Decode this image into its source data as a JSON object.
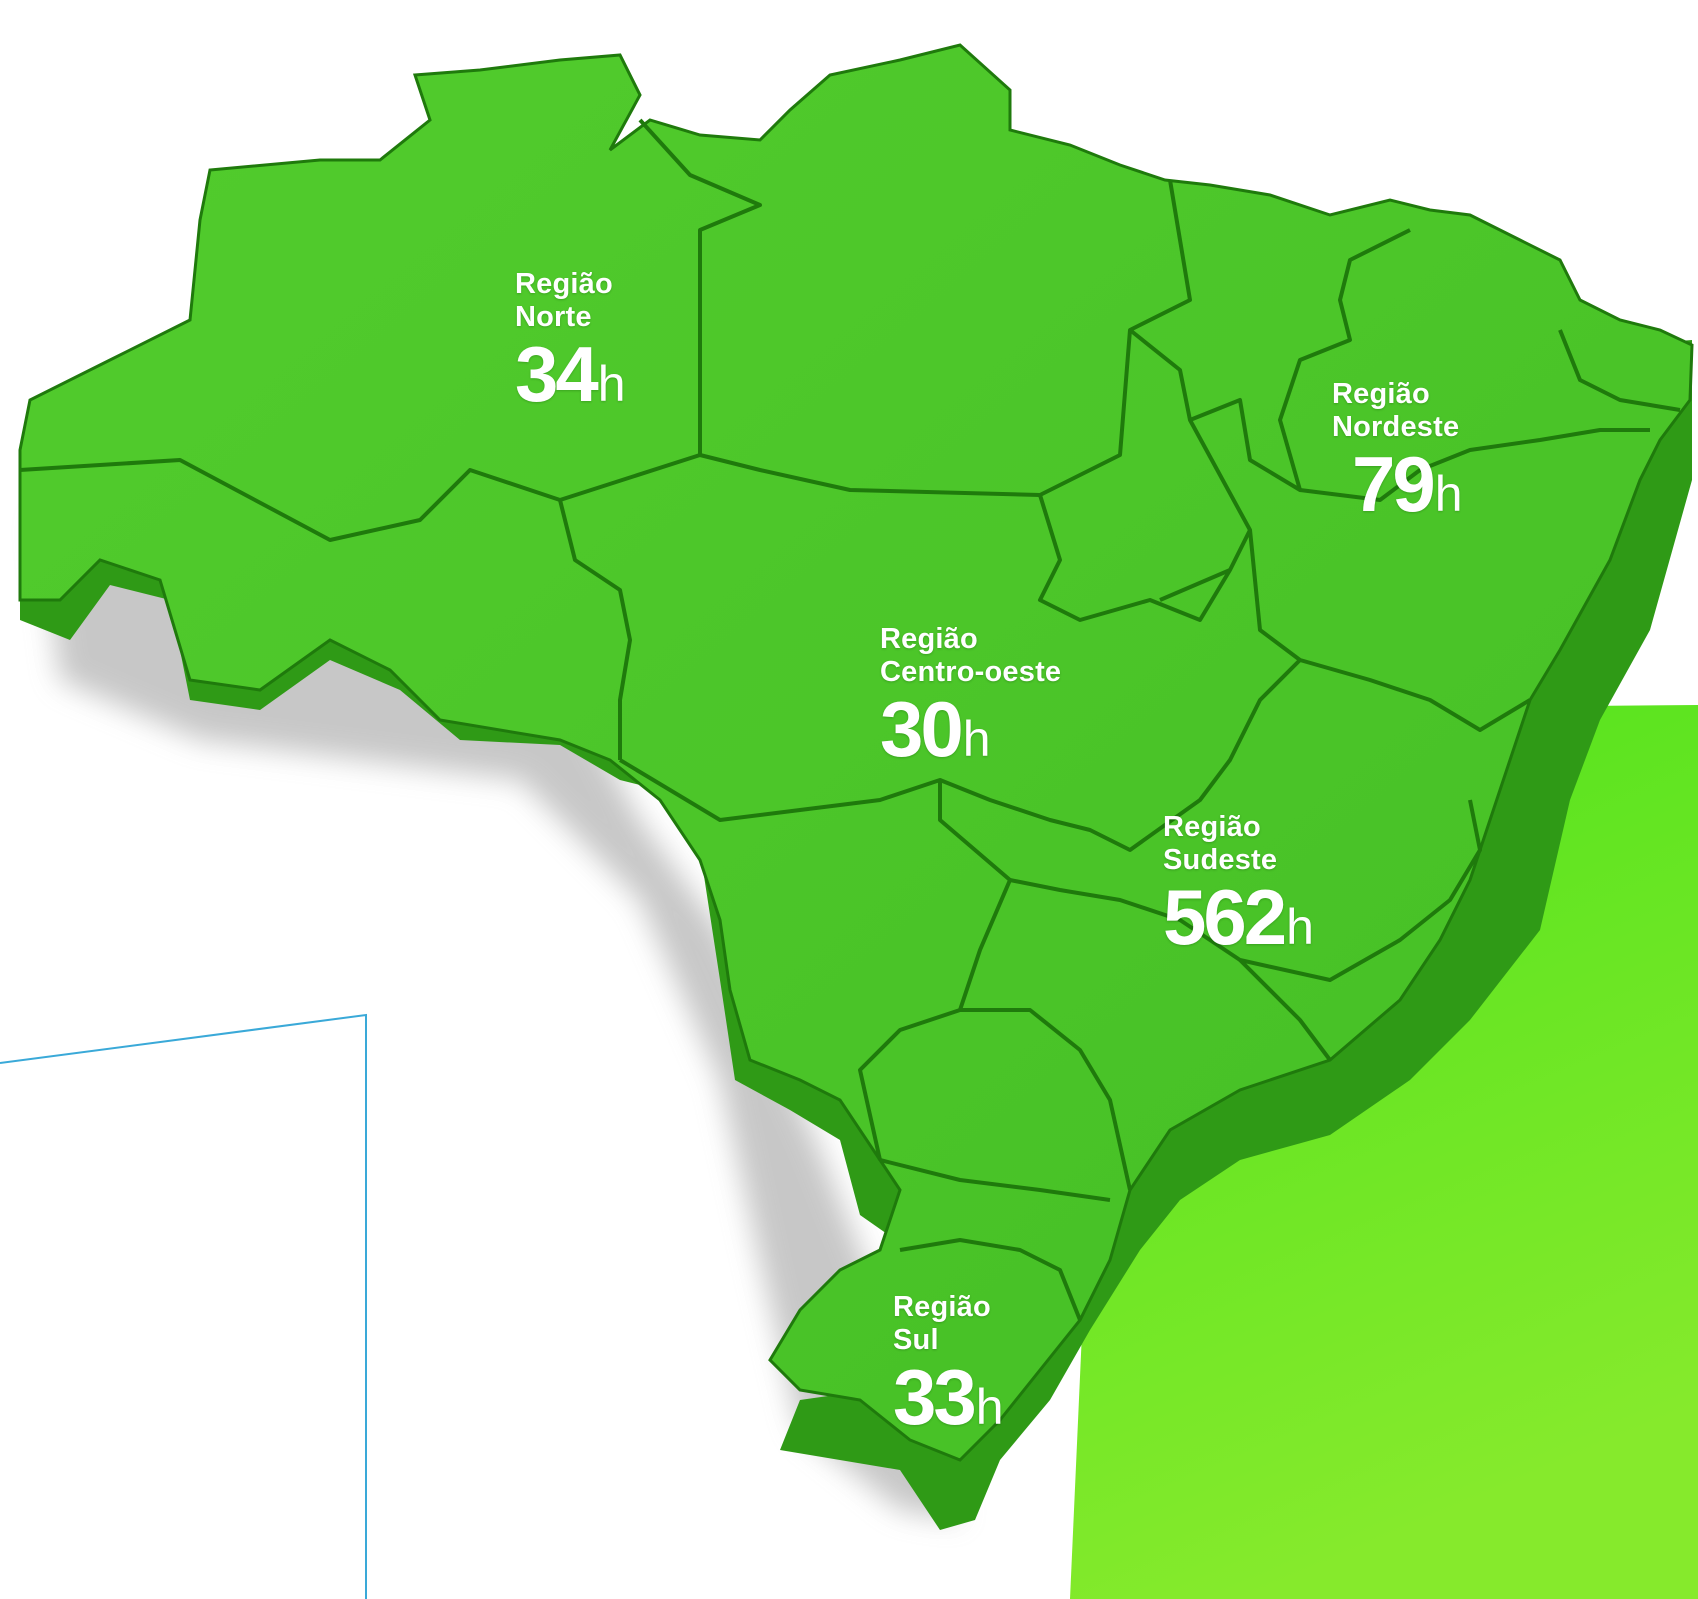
{
  "colors": {
    "map_top": "#4cc629",
    "map_side": "#2f9a16",
    "map_border": "#1f7a0c",
    "accent_gradient_top": "#4fe21c",
    "accent_gradient_bottom": "#86ea2c",
    "accent_line": "#3aa9d8",
    "label_text": "#ffffff"
  },
  "regions": [
    {
      "name_line1": "Região",
      "name_line2": "Norte",
      "hours": "34",
      "unit": "h"
    },
    {
      "name_line1": "Região",
      "name_line2": "Nordeste",
      "hours": "79",
      "unit": "h"
    },
    {
      "name_line1": "Região",
      "name_line2": "Centro-oeste",
      "hours": "30",
      "unit": "h"
    },
    {
      "name_line1": "Região",
      "name_line2": "Sudeste",
      "hours": "562",
      "unit": "h"
    },
    {
      "name_line1": "Região",
      "name_line2": "Sul",
      "hours": "33",
      "unit": "h"
    }
  ]
}
